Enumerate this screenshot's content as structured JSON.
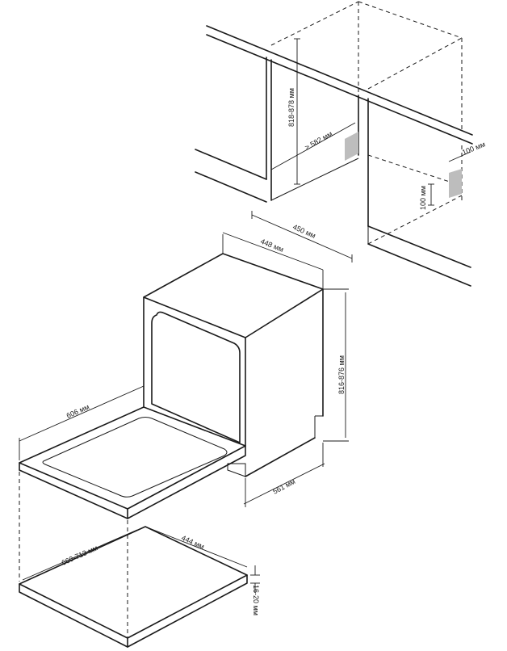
{
  "dimensions": {
    "niche_height": "818-878 мм",
    "niche_depth": "≥ 582 мм",
    "side_gap": "100 мм",
    "bottom_gap": "100 мм",
    "niche_width": "450 мм",
    "unit_width": "448 мм",
    "unit_height": "816-876 мм",
    "door_depth": "606 мм",
    "unit_depth": "561 мм",
    "panel_height": "660-713 мм",
    "panel_width": "444 мм",
    "panel_thickness": "16-20 мм"
  },
  "colors": {
    "line": "#1a1a1a",
    "cutout": "#bdbdbd"
  }
}
